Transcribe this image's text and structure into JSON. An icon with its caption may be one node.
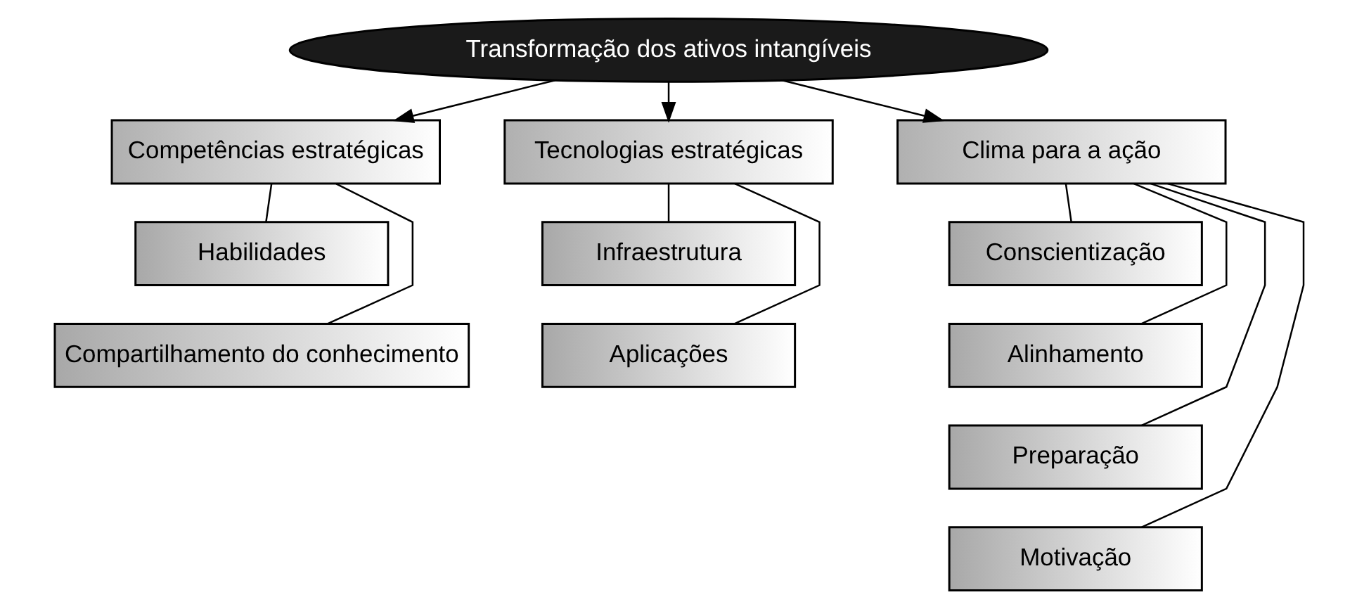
{
  "diagram": {
    "nodes": [
      {
        "text": [
          "Transformação dos ativos intangíveis"
        ]
      },
      {
        "text": [
          "Competências estratégicas"
        ]
      },
      {
        "text": [
          "Tecnologias estratégicas"
        ]
      },
      {
        "text": [
          "Clima para a ação"
        ]
      },
      {
        "text": [
          "Habilidades"
        ]
      },
      {
        "text": [
          "Compartilhamento do conhecimento"
        ]
      },
      {
        "text": [
          "Infraestrutura"
        ]
      },
      {
        "text": [
          "Aplicações"
        ]
      },
      {
        "text": [
          "Conscientização"
        ]
      },
      {
        "text": [
          "Alinhamento"
        ]
      },
      {
        "text": [
          "Preparação"
        ]
      },
      {
        "text": [
          "Motivação"
        ]
      }
    ],
    "edges": [
      {
        "from": 0,
        "to": 1,
        "arrow": "to"
      },
      {
        "from": 0,
        "to": 2,
        "arrow": "to"
      },
      {
        "from": 0,
        "to": 3,
        "arrow": "to"
      },
      {
        "from": 1,
        "to": 4,
        "arrow": "none"
      },
      {
        "from": 1,
        "to": 5,
        "arrow": "none"
      },
      {
        "from": 2,
        "to": 6,
        "arrow": "none"
      },
      {
        "from": 2,
        "to": 7,
        "arrow": "none"
      },
      {
        "from": 3,
        "to": 8,
        "arrow": "none"
      },
      {
        "from": 3,
        "to": 9,
        "arrow": "none"
      },
      {
        "from": 3,
        "to": 10,
        "arrow": "none"
      },
      {
        "from": 3,
        "to": 11,
        "arrow": "none"
      }
    ]
  }
}
